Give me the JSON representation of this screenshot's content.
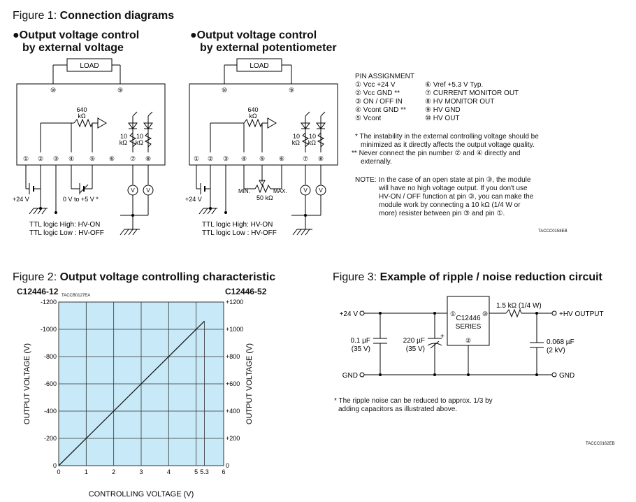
{
  "fig1": {
    "title_prefix": "Figure 1: ",
    "title_bold": "Connection diagrams",
    "left_sub_line1": "●Output voltage control",
    "left_sub_line2": "by external voltage",
    "right_sub_line1": "●Output voltage control",
    "right_sub_line2": "by external potentiometer",
    "load": "LOAD",
    "r640_a": "640",
    "r640_b": "kΩ",
    "r10a": "10",
    "r10b": "kΩ",
    "pins": [
      "①",
      "②",
      "③",
      "④",
      "⑤",
      "⑥",
      "⑦",
      "⑧"
    ],
    "pin10": "⑩",
    "pin9": "⑨",
    "v": "V",
    "plus24": "+24 V",
    "range": "0 V to +5 V *",
    "ttl_high": "TTL logic High: HV-ON",
    "ttl_low": "TTL logic Low : HV-OFF",
    "min": "MIN.",
    "max": "MAX.",
    "pot": "50 kΩ",
    "code": "TACCC0158EB"
  },
  "pin_assignment": {
    "title": "PIN ASSIGNMENT",
    "left": [
      "① Vcc +24 V",
      "② Vcc GND **",
      "③ ON / OFF IN",
      "④ Vcont GND **",
      "⑤ Vcont"
    ],
    "right": [
      "⑥ Vref +5.3 V Typ.",
      "⑦ CURRENT MONITOR OUT",
      "⑧ HV MONITOR OUT",
      "⑨ HV GND",
      "⑩ HV OUT"
    ],
    "star1_mark": "*",
    "star1_l1": "The instability in the external controlling voltage should be",
    "star1_l2": "minimized as it directly affects the output voltage quality.",
    "star2_mark": "**",
    "star2_l1": "Never connect the pin number ② and ④ directly and",
    "star2_l2": "externally.",
    "note_label": "NOTE:",
    "note_l1": "In the case of an open state at pin ③, the module",
    "note_l2": "will have no high voltage output. If you don't use",
    "note_l3": "HV-ON / OFF function at pin ③, you can make the",
    "note_l4": "module work by connecting a 10 kΩ (1/4 W or",
    "note_l5": "more) resister between pin ③ and pin ①."
  },
  "fig2": {
    "title_prefix": "Figure 2: ",
    "title_bold": "Output voltage controlling characteristic",
    "left_model": "C12446-12",
    "right_model": "C12446-52",
    "code": "TACCB0127EA"
  },
  "chart_data": {
    "type": "line",
    "xlabel": "CONTROLLING VOLTAGE (V)",
    "ylabel": "OUTPUT VOLTAGE (V)",
    "ylabel_right": "OUTPUT VOLTAGE (V)",
    "xlim": [
      0,
      6
    ],
    "ylim_left": [
      0,
      -1200
    ],
    "ylim_right": [
      0,
      1200
    ],
    "x_ticks": [
      "0",
      "1",
      "2",
      "3",
      "4",
      "5",
      "5.3",
      "6"
    ],
    "x_tick_values": [
      0,
      1,
      2,
      3,
      4,
      5,
      5.3,
      6
    ],
    "y_ticks_left": [
      "0",
      "-200",
      "-400",
      "-600",
      "-800",
      "-1000",
      "-1200"
    ],
    "y_ticks_right": [
      "0",
      "+200",
      "+400",
      "+600",
      "+800",
      "+1000",
      "+1200"
    ],
    "y_tick_values": [
      0,
      200,
      400,
      600,
      800,
      1000,
      1200
    ],
    "grid": true,
    "series": [
      {
        "x": [
          0,
          5.3
        ],
        "y": [
          0,
          1060
        ]
      }
    ]
  },
  "fig3": {
    "title_prefix": "Figure 3: ",
    "title_bold": "Example of ripple / noise reduction circuit",
    "plus24": "+24 V",
    "gnd_left": "GND",
    "gnd_right": "GND",
    "c1_a": "0.1 µF",
    "c1_b": "(35 V)",
    "c2_a": "220 µF",
    "c2_b": "(35 V)",
    "plus": "+",
    "module_a": "C12446",
    "module_b": "SERIES",
    "pin1": "①",
    "pin10": "⑩",
    "pin2": "②",
    "resistor": "1.5 kΩ (1/4 W)",
    "hv_out": "+HV OUTPUT",
    "c3_a": "0.068 µF",
    "c3_b": "(2 kV)",
    "note_l1": "* The ripple noise can be reduced to approx. 1/3 by",
    "note_l2": "adding capacitors as illustrated above.",
    "code": "TACCC0162EB"
  }
}
